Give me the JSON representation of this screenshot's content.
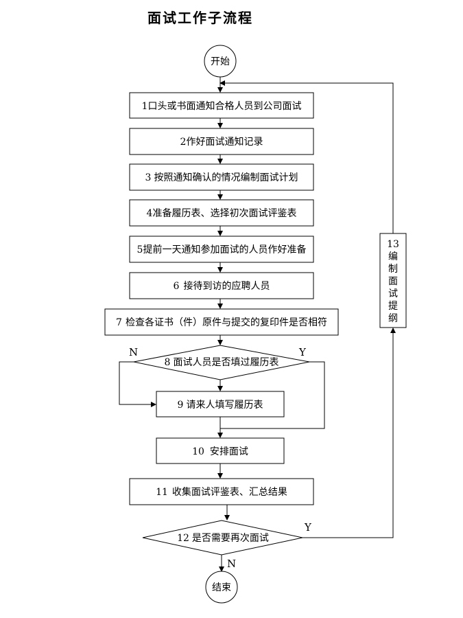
{
  "title": "面试工作子流程",
  "start": "开始",
  "end": "结束",
  "steps": {
    "s1": {
      "num": "1",
      "text": "口头或书面通知合格人员到公司面试"
    },
    "s2": {
      "num": "2",
      "text": "作好面试通知记录"
    },
    "s3": {
      "num": "3",
      "text": "按照通知确认的情况编制面试计划"
    },
    "s4": {
      "num": "4",
      "text": "准备履历表、选择初次面试评鉴表"
    },
    "s5": {
      "num": "5",
      "text": "提前一天通知参加面试的人员作好准备"
    },
    "s6": {
      "num": "6",
      "text": "接待到访的应聘人员"
    },
    "s7": {
      "num": "7",
      "text": "检查各证书（件）原件与提交的复印件是否相符"
    },
    "s8": {
      "num": "8",
      "text": "面试人员是否填过履历表"
    },
    "s9": {
      "num": "9",
      "text": "请来人填写履历表"
    },
    "s10": {
      "num": "10",
      "text": "安排面试"
    },
    "s11": {
      "num": "11",
      "text": "收集面试评鉴表、汇总结果"
    },
    "s12": {
      "num": "12",
      "text": "是否需要再次面试"
    },
    "s13": {
      "num": "13",
      "chars": [
        "编",
        "制",
        "面",
        "试",
        "提",
        "纲"
      ]
    }
  },
  "labels": {
    "n8": "N",
    "y8": "Y",
    "y12": "Y",
    "n12": "N"
  }
}
